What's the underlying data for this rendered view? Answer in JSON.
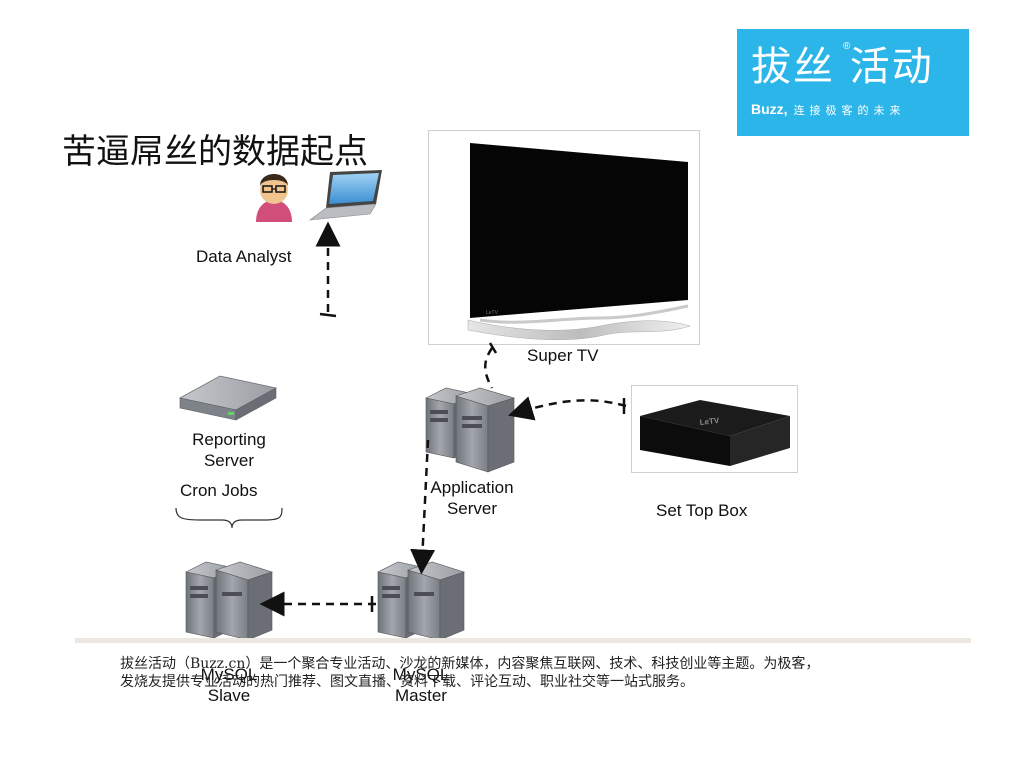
{
  "logo": {
    "main": "拔丝 活动",
    "reg": "®",
    "sub_brand": "Buzz,",
    "sub_tagline": "连接极客的未来",
    "bg_color": "#2cb5e8"
  },
  "title": "苦逼屌丝的数据起点",
  "nodes": {
    "data_analyst": "Data Analyst",
    "super_tv": "Super TV",
    "reporting_server": [
      "Reporting",
      "Server"
    ],
    "cron_jobs": "Cron Jobs",
    "application_server": [
      "Application",
      "Server"
    ],
    "set_top_box": "Set Top Box",
    "mysql_slave": [
      "MySQL",
      "Slave"
    ],
    "mysql_master": [
      "MySQL",
      "Master"
    ]
  },
  "device_brand": "LeTV",
  "footer": {
    "line1": "拔丝活动（Buzz.cn）是一个聚合专业活动、沙龙的新媒体，内容聚焦互联网、技术、科技创业等主题。为极客，",
    "line2": "发烧友提供专业活动的热门推荐、图文直播、资料下载、评论互动、职业社交等一站式服务。"
  },
  "colors": {
    "server_body": "#8b8f96",
    "server_dark": "#5f636a",
    "arrow": "#111111",
    "footer_bar": "#ece8e1"
  }
}
